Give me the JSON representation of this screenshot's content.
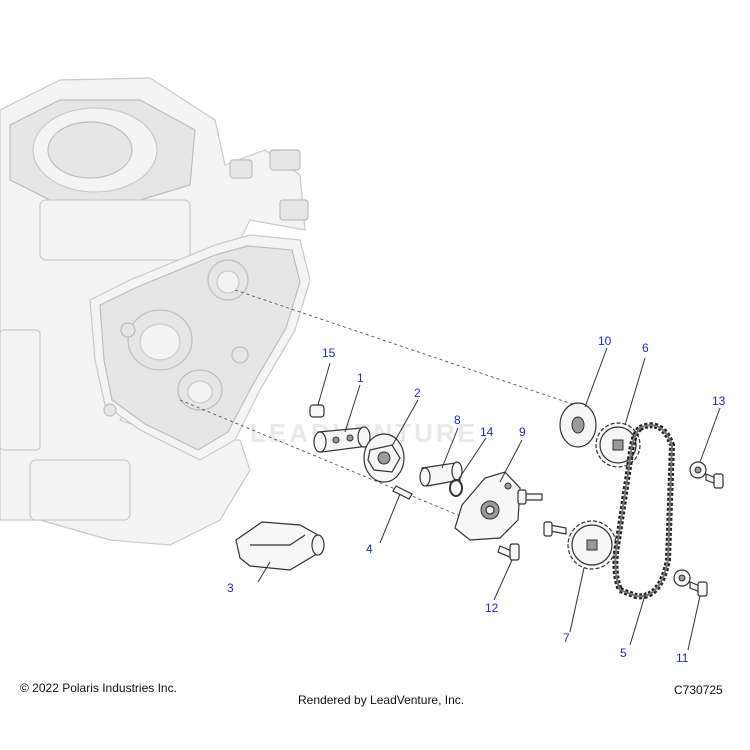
{
  "callouts": [
    {
      "id": "c1",
      "label": "1"
    },
    {
      "id": "c2",
      "label": "2"
    },
    {
      "id": "c3",
      "label": "3"
    },
    {
      "id": "c4",
      "label": "4"
    },
    {
      "id": "c5",
      "label": "5"
    },
    {
      "id": "c6",
      "label": "6"
    },
    {
      "id": "c7",
      "label": "7"
    },
    {
      "id": "c8",
      "label": "8"
    },
    {
      "id": "c9",
      "label": "9"
    },
    {
      "id": "c10",
      "label": "10"
    },
    {
      "id": "c11",
      "label": "11"
    },
    {
      "id": "c12",
      "label": "12"
    },
    {
      "id": "c13",
      "label": "13"
    },
    {
      "id": "c14",
      "label": "14"
    },
    {
      "id": "c15",
      "label": "15"
    }
  ],
  "footer": {
    "copyright": "© 2022 Polaris Industries Inc.",
    "rendered_by": "Rendered by LeadVenture, Inc.",
    "diagram_code": "C730725"
  },
  "watermark": "LEADVENTURE",
  "colors": {
    "callout_text": "#1d2fbf",
    "ghost_engine": "#f4f4f4"
  }
}
